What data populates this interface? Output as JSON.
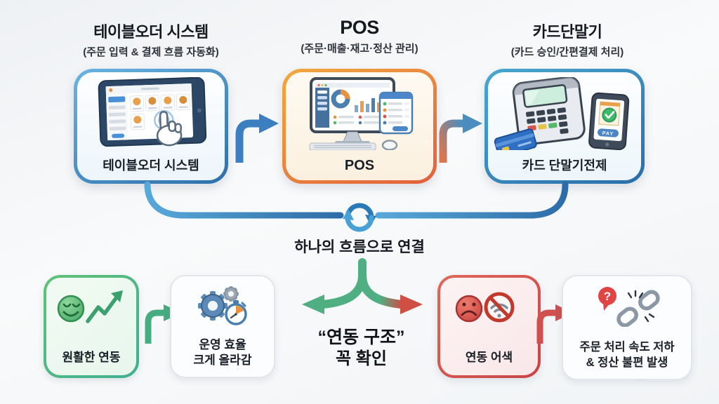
{
  "top_row": {
    "columns": [
      {
        "title": "테이블오더 시스템",
        "subtitle": "(주문 입력 & 결제 흐름 자동화)",
        "box_label": "테이블오더 시스템"
      },
      {
        "title": "POS",
        "subtitle": "(주문·매출·재고·정산 관리)",
        "box_label": "POS"
      },
      {
        "title": "카드단말기",
        "subtitle": "(카드 승인/간편결제 처리)",
        "box_label": "카드 단말기전제",
        "phone_pay_label": "PAY"
      }
    ]
  },
  "flow": {
    "label": "하나의 흐름으로 연결"
  },
  "decision": {
    "quote_label": "“연동 구조”",
    "check_label": "꼭 확인"
  },
  "bottom_row": {
    "good_cause": {
      "label": "원활한 연동"
    },
    "good_effect": {
      "label_line1": "운영 효율",
      "label_line2": "크게 올라감"
    },
    "bad_cause": {
      "label": "연동 어색"
    },
    "bad_effect": {
      "label_line1": "주문 처리 속도 저하",
      "label_line2": "& 정산 불편 발생",
      "question_mark": "?"
    }
  },
  "colors": {
    "box_blue_from": "#6ab4e2",
    "box_blue_to": "#2e6fa9",
    "box_orange_from": "#f2a93e",
    "box_orange_to": "#e2603c",
    "box_teal_from": "#49a9cf",
    "box_teal_to": "#2a6da9",
    "arrow_blue": "#3b7fc0",
    "arrow_orange_to_blue": [
      "#e0764a",
      "#4a8ec0"
    ],
    "bus_gradient": [
      "#57a8da",
      "#2d6ca8"
    ],
    "good_green": "#45ad7f",
    "bad_red": "#cf4f45"
  }
}
